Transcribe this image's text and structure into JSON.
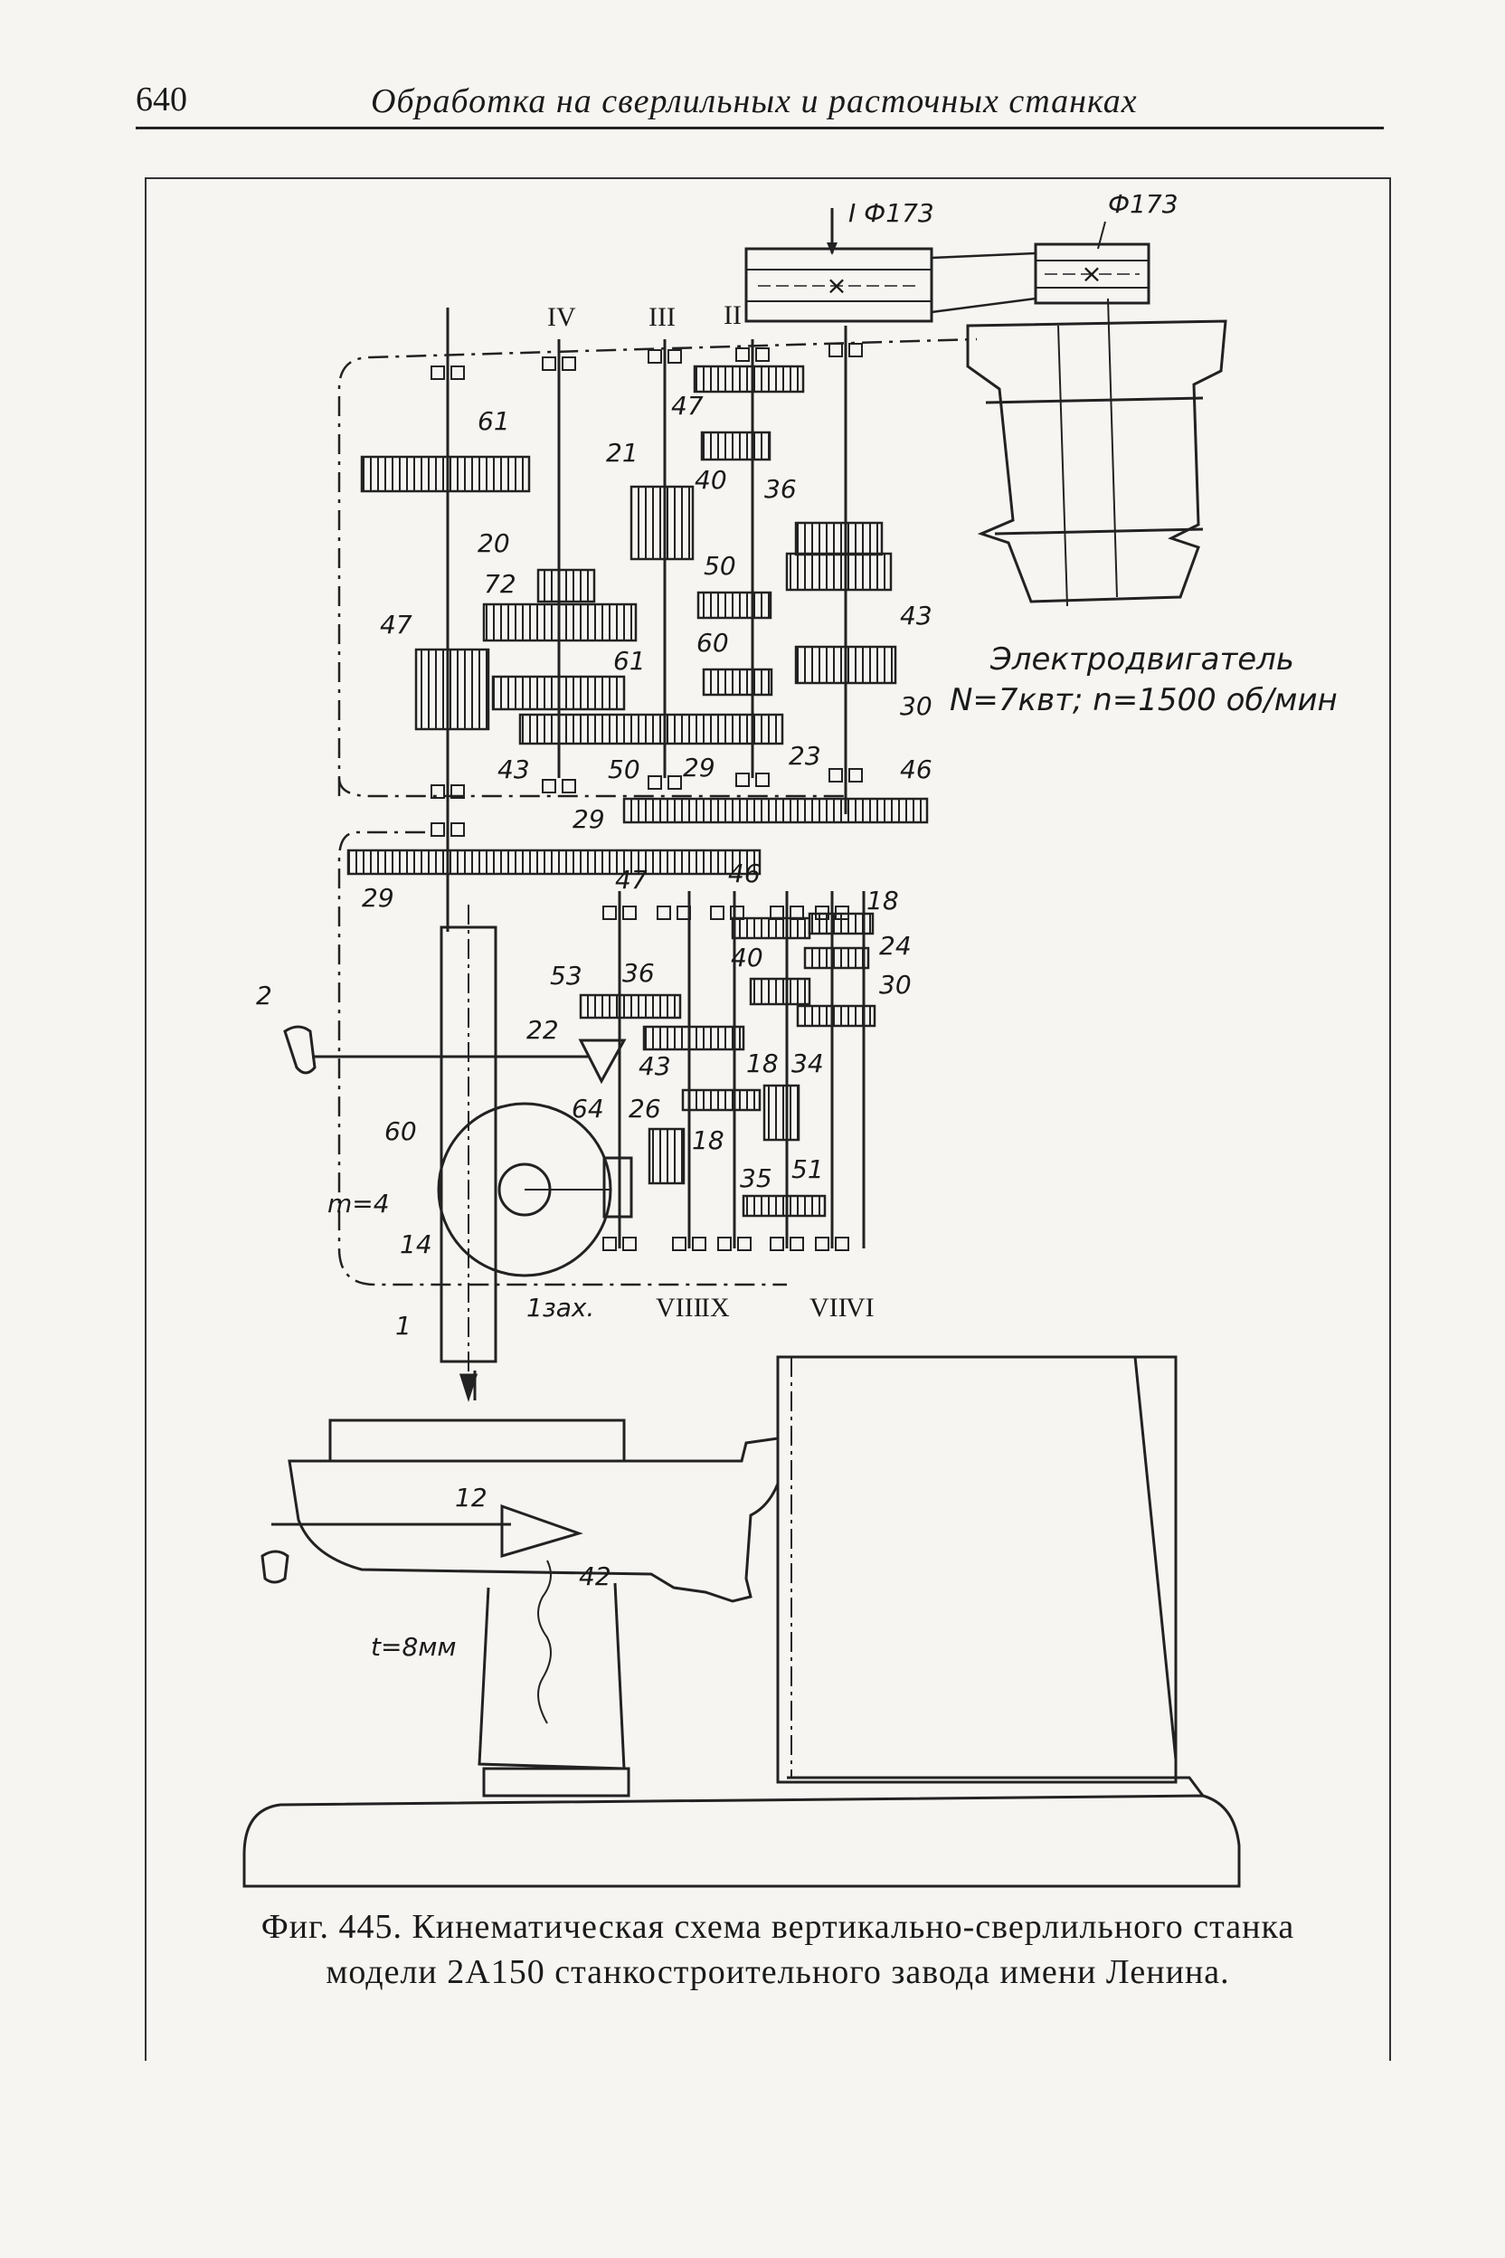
{
  "header": {
    "page_number": "640",
    "running_title": "Обработка на сверлильных и расточных станках"
  },
  "motor": {
    "label": "Электродвигатель",
    "spec": "N=7квт; n=1500 об/мин"
  },
  "pulleys": {
    "drive": "I Ф173",
    "driven": "Ф173"
  },
  "shafts": [
    "IV",
    "III",
    "II",
    "VIII",
    "IX",
    "VII",
    "VI"
  ],
  "gear_labels": {
    "g61a": "61",
    "g20": "20",
    "g72": "72",
    "g47a": "47",
    "g61b": "61",
    "g43a": "43",
    "g50a": "50",
    "g21": "21",
    "g47b": "47",
    "g40a": "40",
    "g50b": "50",
    "g60a": "60",
    "g29a": "29",
    "g23": "23",
    "g36a": "36",
    "g43b": "43",
    "g30a": "30",
    "g46a": "46",
    "g29b": "29",
    "g29c": "29",
    "g47c": "47",
    "g46b": "46",
    "g18a": "18",
    "g24": "24",
    "g30b": "30",
    "g40b": "40",
    "g53": "53",
    "g36b": "36",
    "g22": "22",
    "g43c": "43",
    "g18b": "18",
    "g34": "34",
    "g64": "64",
    "g26": "26",
    "g18c": "18",
    "g35": "35",
    "g51": "51",
    "g60b": "60",
    "g2": "2",
    "gm": "m=4",
    "g14": "14",
    "g1": "1",
    "g1zah": "1зах.",
    "g12": "12",
    "g42": "42",
    "gt": "t=8мм"
  },
  "caption": {
    "line1": "Фиг. 445. Кинематическая схема вертикально-сверлильного станка",
    "line2": "модели 2А150 станкостроительного завода имени Ленина."
  }
}
